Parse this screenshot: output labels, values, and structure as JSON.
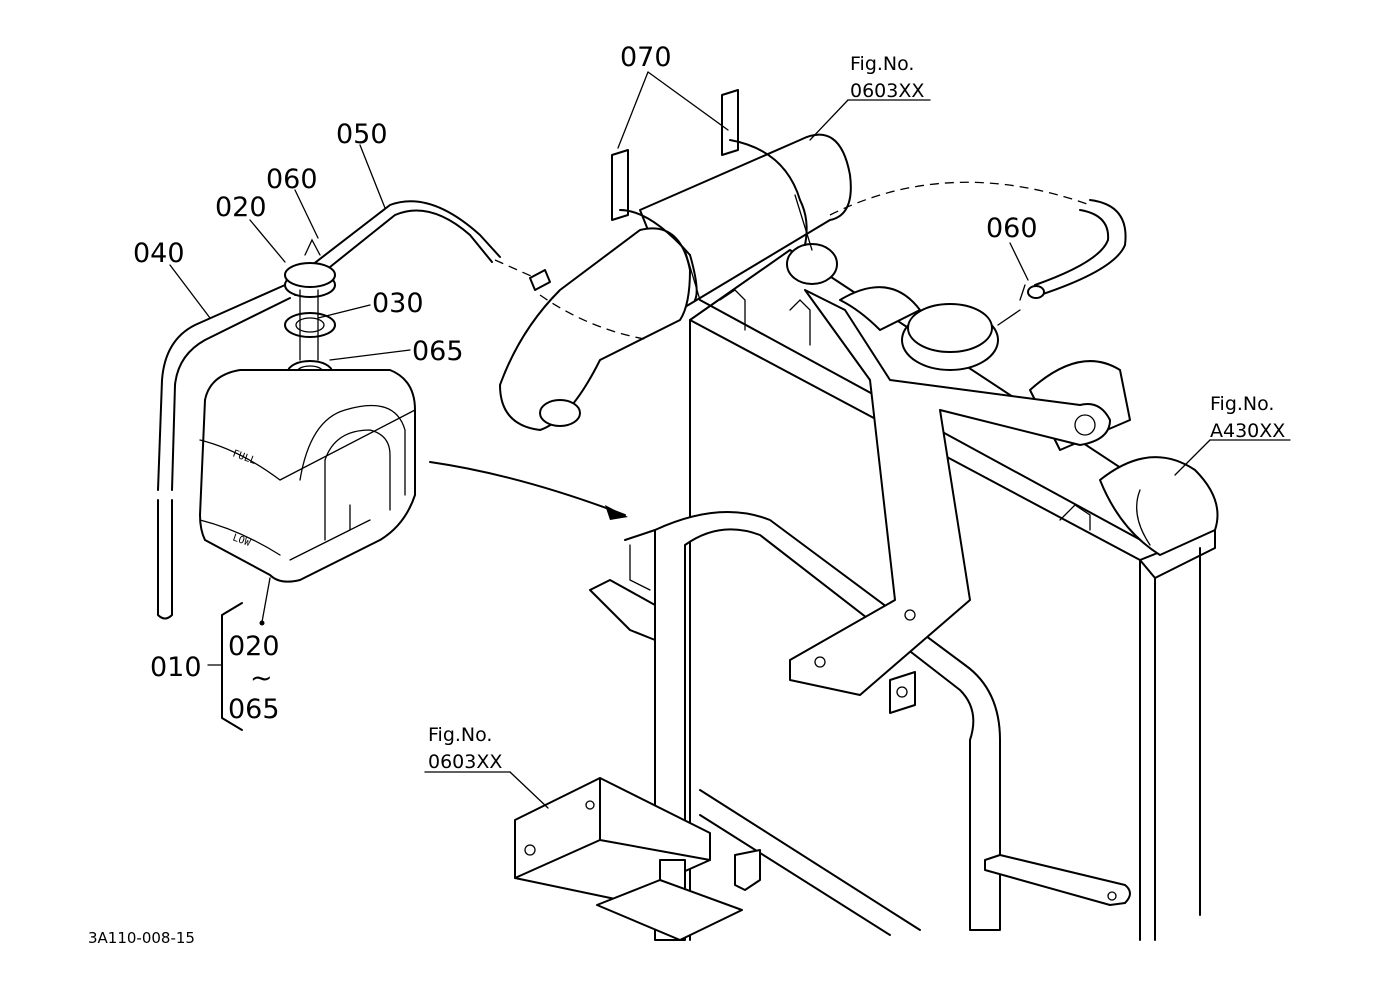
{
  "callouts": {
    "c070": "070",
    "c050": "050",
    "c060_left": "060",
    "c020": "020",
    "c040": "040",
    "c030": "030",
    "c065": "065",
    "c060_right": "060",
    "c010": "010",
    "range_start": "020",
    "range_sep": "~",
    "range_end": "065"
  },
  "references": {
    "fig_top_label": "Fig.No.",
    "fig_top_value": "0603XX",
    "fig_right_label": "Fig.No.",
    "fig_right_value": "A430XX",
    "fig_bottom_label": "Fig.No.",
    "fig_bottom_value": "0603XX"
  },
  "tank": {
    "full_mark": "FULL",
    "low_mark": "LOW"
  },
  "drawing_code": "3A110-008-15"
}
